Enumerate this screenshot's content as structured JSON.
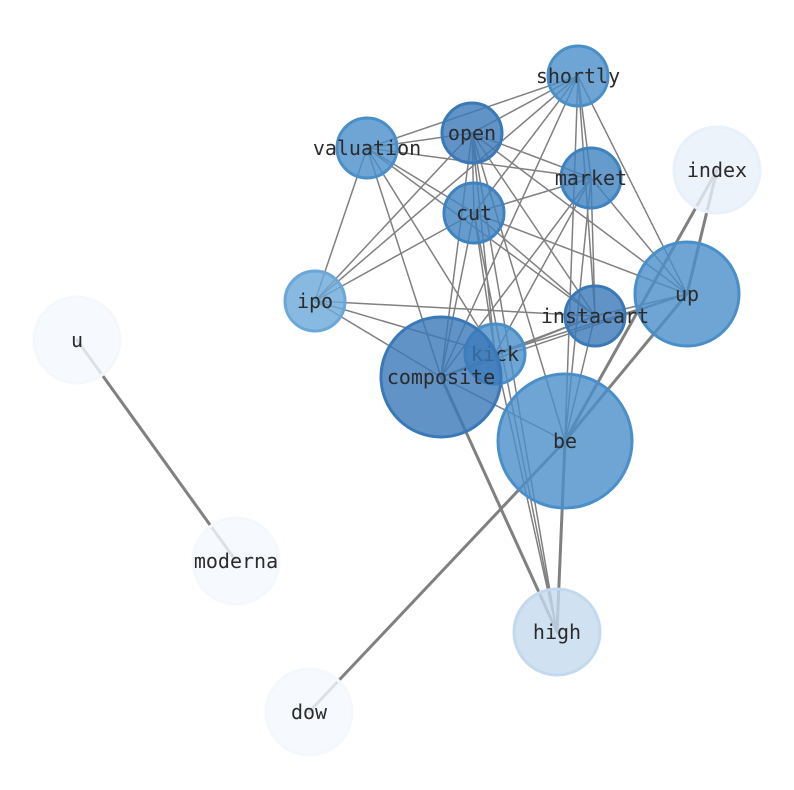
{
  "network": {
    "nodes": [
      {
        "id": "shortly",
        "label": "shortly",
        "color": "#4a8fc9"
      },
      {
        "id": "open",
        "label": "open",
        "color": "#3a78b8"
      },
      {
        "id": "valuation",
        "label": "valuation",
        "color": "#4a8fc9"
      },
      {
        "id": "market",
        "label": "market",
        "color": "#3f82c0"
      },
      {
        "id": "index",
        "label": "index",
        "color": "#e8f0fa"
      },
      {
        "id": "cut",
        "label": "cut",
        "color": "#3f82c0"
      },
      {
        "id": "ipo",
        "label": "ipo",
        "color": "#6aa8d8"
      },
      {
        "id": "up",
        "label": "up",
        "color": "#4a8fc9"
      },
      {
        "id": "instacart",
        "label": "instacart",
        "color": "#3a78b8"
      },
      {
        "id": "u",
        "label": "u",
        "color": "#f4f8fd"
      },
      {
        "id": "kick",
        "label": "kick",
        "color": "#4a8fc9"
      },
      {
        "id": "composite",
        "label": "composite",
        "color": "#3a78b8"
      },
      {
        "id": "be",
        "label": "be",
        "color": "#4a8fc9"
      },
      {
        "id": "moderna",
        "label": "moderna",
        "color": "#f4f8fd"
      },
      {
        "id": "high",
        "label": "high",
        "color": "#c4d9ee"
      },
      {
        "id": "dow",
        "label": "dow",
        "color": "#f4f8fd"
      }
    ],
    "edges": [
      [
        "shortly",
        "open"
      ],
      [
        "shortly",
        "valuation"
      ],
      [
        "shortly",
        "market"
      ],
      [
        "shortly",
        "cut"
      ],
      [
        "shortly",
        "instacart"
      ],
      [
        "shortly",
        "up"
      ],
      [
        "shortly",
        "composite"
      ],
      [
        "shortly",
        "be"
      ],
      [
        "shortly",
        "ipo"
      ],
      [
        "open",
        "valuation"
      ],
      [
        "open",
        "market"
      ],
      [
        "open",
        "cut"
      ],
      [
        "open",
        "instacart"
      ],
      [
        "open",
        "kick"
      ],
      [
        "open",
        "composite"
      ],
      [
        "open",
        "up"
      ],
      [
        "open",
        "be"
      ],
      [
        "open",
        "ipo"
      ],
      [
        "open",
        "high"
      ],
      [
        "valuation",
        "market"
      ],
      [
        "valuation",
        "cut"
      ],
      [
        "valuation",
        "instacart"
      ],
      [
        "valuation",
        "ipo"
      ],
      [
        "valuation",
        "composite"
      ],
      [
        "valuation",
        "kick"
      ],
      [
        "market",
        "cut"
      ],
      [
        "market",
        "instacart"
      ],
      [
        "market",
        "up"
      ],
      [
        "market",
        "composite"
      ],
      [
        "market",
        "be"
      ],
      [
        "market",
        "kick"
      ],
      [
        "cut",
        "instacart"
      ],
      [
        "cut",
        "up"
      ],
      [
        "cut",
        "ipo"
      ],
      [
        "cut",
        "composite"
      ],
      [
        "cut",
        "kick"
      ],
      [
        "cut",
        "high"
      ],
      [
        "ipo",
        "instacart"
      ],
      [
        "ipo",
        "kick"
      ],
      [
        "ipo",
        "composite"
      ],
      [
        "up",
        "instacart"
      ],
      [
        "up",
        "be"
      ],
      [
        "up",
        "composite"
      ],
      [
        "up",
        "kick"
      ],
      [
        "instacart",
        "be"
      ],
      [
        "instacart",
        "kick"
      ],
      [
        "instacart",
        "composite"
      ],
      [
        "composite",
        "high"
      ],
      [
        "composite",
        "be"
      ],
      [
        "be",
        "high"
      ],
      [
        "be",
        "index"
      ],
      [
        "be",
        "dow"
      ],
      [
        "up",
        "index"
      ],
      [
        "kick",
        "high"
      ],
      [
        "u",
        "moderna"
      ]
    ],
    "heavy_edges": [
      [
        "composite",
        "high"
      ],
      [
        "be",
        "index"
      ],
      [
        "up",
        "index"
      ],
      [
        "be",
        "dow"
      ],
      [
        "u",
        "moderna"
      ],
      [
        "be",
        "high"
      ],
      [
        "up",
        "be"
      ]
    ]
  }
}
